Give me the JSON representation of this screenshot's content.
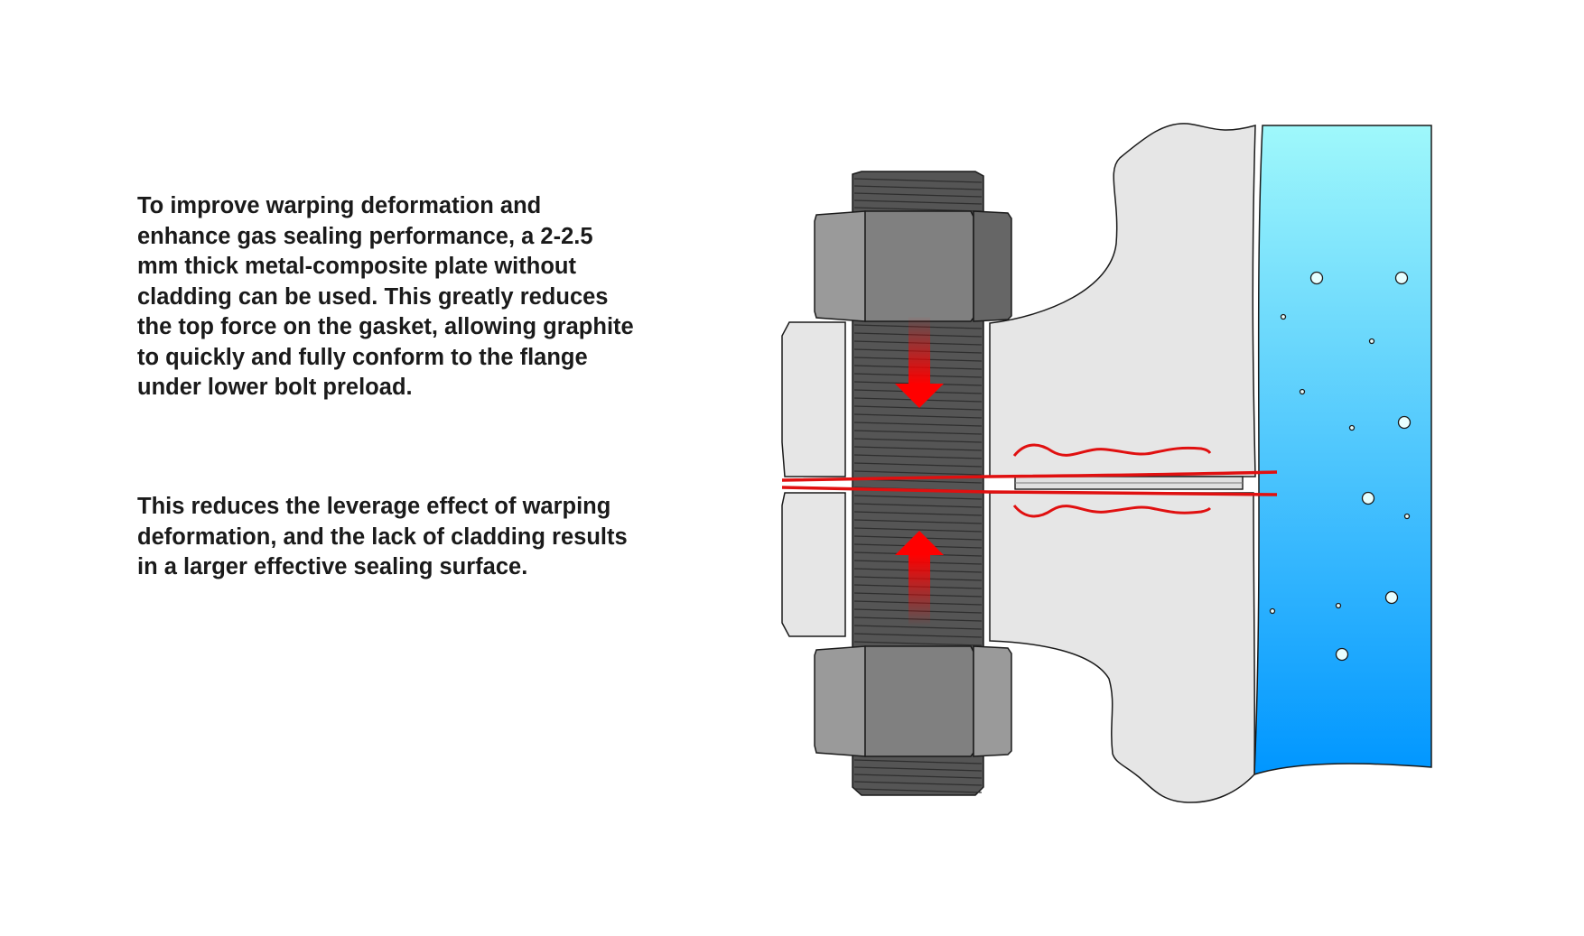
{
  "description": {
    "paragraph1_lines": [
      "To improve warping deformation and",
      "enhance gas sealing performance, a 2-2.5",
      "mm thick metal-composite plate without",
      "cladding can be used. This greatly reduces",
      "the top force on the gasket, allowing graphite",
      "to quickly and fully conform to the flange",
      "under lower bolt preload."
    ],
    "paragraph2_lines": [
      "This reduces the leverage effect of warping",
      "deformation, and the lack of cladding results",
      "in a larger effective sealing surface."
    ]
  },
  "colors": {
    "flange": "#e6e6e6",
    "outline": "#1a1a1a",
    "bolt": "#555555",
    "nut_face": "#808080",
    "nut_light": "#9a9a9a",
    "nut_dark": "#666666",
    "force_arrow": "#ff0000",
    "seal_line": "#e01010",
    "fluid_top": "#9ff8fb",
    "fluid_bottom": "#0096ff"
  }
}
